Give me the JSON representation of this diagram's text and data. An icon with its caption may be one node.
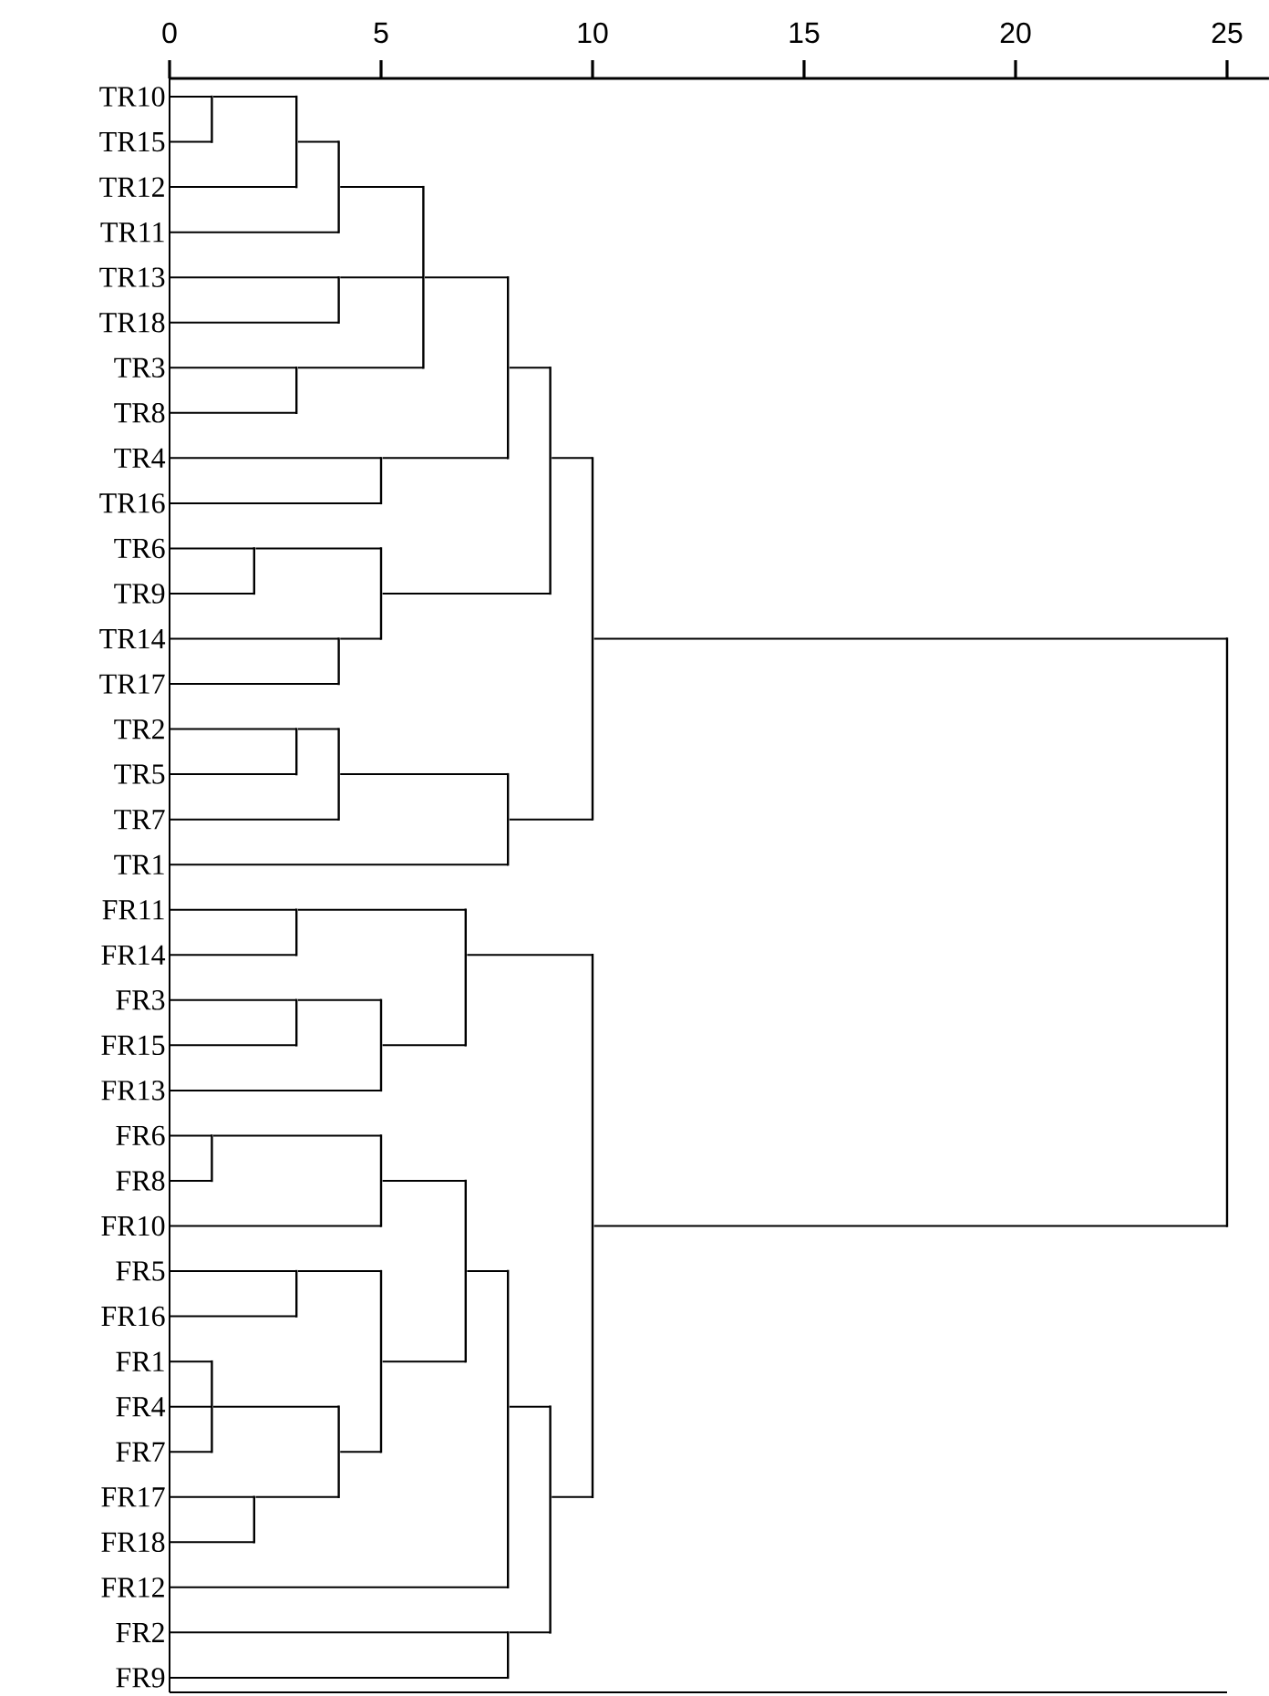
{
  "diagram": {
    "nodes": [
      {
        "text": [
          "TR10"
        ]
      },
      {
        "text": [
          "TR15"
        ]
      },
      {
        "text": [
          "TR12"
        ]
      },
      {
        "text": [
          "TR11"
        ]
      },
      {
        "text": [
          "TR13"
        ]
      },
      {
        "text": [
          "TR18"
        ]
      },
      {
        "text": [
          "TR3"
        ]
      },
      {
        "text": [
          "TR8"
        ]
      },
      {
        "text": [
          "TR4"
        ]
      },
      {
        "text": [
          "TR16"
        ]
      },
      {
        "text": [
          "TR6"
        ]
      },
      {
        "text": [
          "TR9"
        ]
      },
      {
        "text": [
          "TR14"
        ]
      },
      {
        "text": [
          "TR17"
        ]
      },
      {
        "text": [
          "TR2"
        ]
      },
      {
        "text": [
          "TR5"
        ]
      },
      {
        "text": [
          "TR7"
        ]
      },
      {
        "text": [
          "TR1"
        ]
      },
      {
        "text": [
          "FR11"
        ]
      },
      {
        "text": [
          "FR14"
        ]
      },
      {
        "text": [
          "FR3"
        ]
      },
      {
        "text": [
          "FR15"
        ]
      },
      {
        "text": [
          "FR13"
        ]
      },
      {
        "text": [
          "FR6"
        ]
      },
      {
        "text": [
          "FR8"
        ]
      },
      {
        "text": [
          "FR10"
        ]
      },
      {
        "text": [
          "FR5"
        ]
      },
      {
        "text": [
          "FR16"
        ]
      },
      {
        "text": [
          "FR1"
        ]
      },
      {
        "text": [
          "FR4"
        ]
      },
      {
        "text": [
          "FR7"
        ]
      },
      {
        "text": [
          "FR17"
        ]
      },
      {
        "text": [
          "FR18"
        ]
      },
      {
        "text": [
          "FR12"
        ]
      },
      {
        "text": [
          "FR2"
        ]
      },
      {
        "text": [
          "FR9"
        ]
      },
      {
        "text": [],
        "shape": "line"
      },
      {
        "text": [],
        "shape": "line"
      },
      {
        "text": [],
        "shape": "line"
      },
      {
        "text": [],
        "shape": "line"
      },
      {
        "text": [],
        "shape": "line"
      },
      {
        "text": [],
        "shape": "line"
      },
      {
        "text": [],
        "shape": "line"
      },
      {
        "text": [],
        "shape": "line"
      },
      {
        "text": [],
        "shape": "line"
      },
      {
        "text": [],
        "shape": "line"
      },
      {
        "text": [],
        "shape": "line"
      },
      {
        "text": [],
        "shape": "line"
      },
      {
        "text": [],
        "shape": "line"
      },
      {
        "text": [],
        "shape": "line"
      },
      {
        "text": [],
        "shape": "line"
      },
      {
        "text": [],
        "shape": "line"
      },
      {
        "text": [],
        "shape": "line"
      },
      {
        "text": [],
        "shape": "line"
      },
      {
        "text": [],
        "shape": "line"
      },
      {
        "text": [],
        "shape": "line"
      },
      {
        "text": [],
        "shape": "line"
      },
      {
        "text": [],
        "shape": "line"
      },
      {
        "text": [],
        "shape": "line"
      },
      {
        "text": [],
        "shape": "line"
      },
      {
        "text": [],
        "shape": "line"
      },
      {
        "text": [],
        "shape": "line"
      },
      {
        "text": [],
        "shape": "line"
      },
      {
        "text": [],
        "shape": "line"
      },
      {
        "text": [],
        "shape": "line"
      },
      {
        "text": [],
        "shape": "line"
      },
      {
        "text": [],
        "shape": "line"
      },
      {
        "text": [],
        "shape": "line"
      },
      {
        "text": [],
        "shape": "line"
      }
    ],
    "edges": [
      {
        "from": 36,
        "to": 0,
        "arrow": "none"
      },
      {
        "from": 36,
        "to": 1,
        "arrow": "none"
      },
      {
        "from": 37,
        "to": 36,
        "arrow": "none"
      },
      {
        "from": 37,
        "to": 2,
        "arrow": "none"
      },
      {
        "from": 38,
        "to": 37,
        "arrow": "none"
      },
      {
        "from": 38,
        "to": 3,
        "arrow": "none"
      },
      {
        "from": 39,
        "to": 4,
        "arrow": "none"
      },
      {
        "from": 39,
        "to": 5,
        "arrow": "none"
      },
      {
        "from": 40,
        "to": 6,
        "arrow": "none"
      },
      {
        "from": 40,
        "to": 7,
        "arrow": "none"
      },
      {
        "from": 41,
        "to": 38,
        "arrow": "none"
      },
      {
        "from": 41,
        "to": 39,
        "arrow": "none"
      },
      {
        "from": 41,
        "to": 40,
        "arrow": "none"
      },
      {
        "from": 42,
        "to": 8,
        "arrow": "none"
      },
      {
        "from": 42,
        "to": 9,
        "arrow": "none"
      },
      {
        "from": 43,
        "to": 41,
        "arrow": "none"
      },
      {
        "from": 43,
        "to": 42,
        "arrow": "none"
      },
      {
        "from": 44,
        "to": 10,
        "arrow": "none"
      },
      {
        "from": 44,
        "to": 11,
        "arrow": "none"
      },
      {
        "from": 45,
        "to": 12,
        "arrow": "none"
      },
      {
        "from": 45,
        "to": 13,
        "arrow": "none"
      },
      {
        "from": 46,
        "to": 44,
        "arrow": "none"
      },
      {
        "from": 46,
        "to": 45,
        "arrow": "none"
      },
      {
        "from": 47,
        "to": 43,
        "arrow": "none"
      },
      {
        "from": 47,
        "to": 46,
        "arrow": "none"
      },
      {
        "from": 48,
        "to": 14,
        "arrow": "none"
      },
      {
        "from": 48,
        "to": 15,
        "arrow": "none"
      },
      {
        "from": 49,
        "to": 48,
        "arrow": "none"
      },
      {
        "from": 49,
        "to": 16,
        "arrow": "none"
      },
      {
        "from": 50,
        "to": 49,
        "arrow": "none"
      },
      {
        "from": 50,
        "to": 17,
        "arrow": "none"
      },
      {
        "from": 51,
        "to": 47,
        "arrow": "none"
      },
      {
        "from": 51,
        "to": 50,
        "arrow": "none"
      },
      {
        "from": 52,
        "to": 18,
        "arrow": "none"
      },
      {
        "from": 52,
        "to": 19,
        "arrow": "none"
      },
      {
        "from": 53,
        "to": 20,
        "arrow": "none"
      },
      {
        "from": 53,
        "to": 21,
        "arrow": "none"
      },
      {
        "from": 54,
        "to": 53,
        "arrow": "none"
      },
      {
        "from": 54,
        "to": 22,
        "arrow": "none"
      },
      {
        "from": 55,
        "to": 52,
        "arrow": "none"
      },
      {
        "from": 55,
        "to": 54,
        "arrow": "none"
      },
      {
        "from": 56,
        "to": 23,
        "arrow": "none"
      },
      {
        "from": 56,
        "to": 24,
        "arrow": "none"
      },
      {
        "from": 57,
        "to": 56,
        "arrow": "none"
      },
      {
        "from": 57,
        "to": 25,
        "arrow": "none"
      },
      {
        "from": 58,
        "to": 26,
        "arrow": "none"
      },
      {
        "from": 58,
        "to": 27,
        "arrow": "none"
      },
      {
        "from": 59,
        "to": 28,
        "arrow": "none"
      },
      {
        "from": 59,
        "to": 29,
        "arrow": "none"
      },
      {
        "from": 59,
        "to": 30,
        "arrow": "none"
      },
      {
        "from": 60,
        "to": 31,
        "arrow": "none"
      },
      {
        "from": 60,
        "to": 32,
        "arrow": "none"
      },
      {
        "from": 61,
        "to": 59,
        "arrow": "none"
      },
      {
        "from": 61,
        "to": 60,
        "arrow": "none"
      },
      {
        "from": 62,
        "to": 58,
        "arrow": "none"
      },
      {
        "from": 62,
        "to": 61,
        "arrow": "none"
      },
      {
        "from": 63,
        "to": 57,
        "arrow": "none"
      },
      {
        "from": 63,
        "to": 62,
        "arrow": "none"
      },
      {
        "from": 64,
        "to": 63,
        "arrow": "none"
      },
      {
        "from": 64,
        "to": 33,
        "arrow": "none"
      },
      {
        "from": 65,
        "to": 34,
        "arrow": "none"
      },
      {
        "from": 65,
        "to": 35,
        "arrow": "none"
      },
      {
        "from": 66,
        "to": 64,
        "arrow": "none"
      },
      {
        "from": 66,
        "to": 65,
        "arrow": "none"
      },
      {
        "from": 67,
        "to": 55,
        "arrow": "none"
      },
      {
        "from": 67,
        "to": 66,
        "arrow": "none"
      },
      {
        "from": 68,
        "to": 51,
        "arrow": "none"
      },
      {
        "from": 68,
        "to": 67,
        "arrow": "none"
      }
    ],
    "labels": [
      "0",
      "5",
      "10",
      "15",
      "20",
      "25"
    ]
  }
}
